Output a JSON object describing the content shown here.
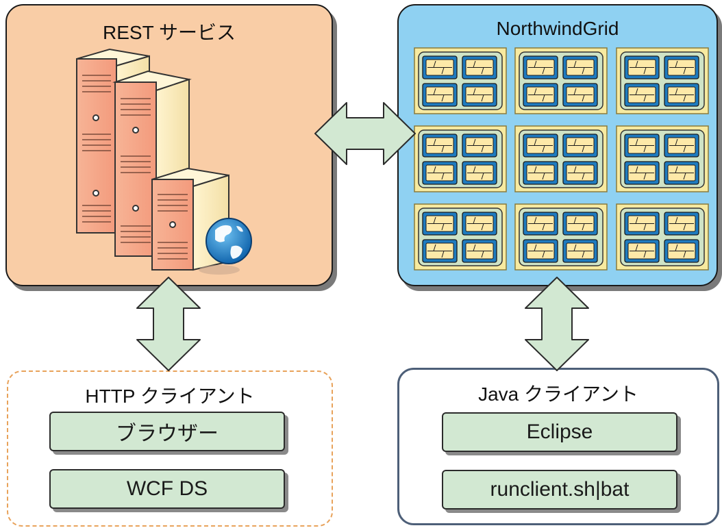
{
  "rest_service": {
    "title": "REST サービス"
  },
  "grid": {
    "title": "NorthwindGrid"
  },
  "http_client": {
    "title": "HTTP クライアント",
    "items": [
      {
        "label": "ブラウザー"
      },
      {
        "label": "WCF DS"
      }
    ]
  },
  "java_client": {
    "title": "Java クライアント",
    "items": [
      {
        "label": "Eclipse"
      },
      {
        "label": "runclient.sh|bat"
      }
    ]
  },
  "colors": {
    "rest_bg": "#f9cda6",
    "grid_bg": "#8fd1f2",
    "arrow_fill": "#d2e8d2",
    "button_fill": "#d2e8d2",
    "http_border": "#e8a25a",
    "java_border": "#4d5f78"
  },
  "icons": [
    "server-rack-icon",
    "globe-icon",
    "grid-container-icon",
    "double-arrow-icon"
  ]
}
